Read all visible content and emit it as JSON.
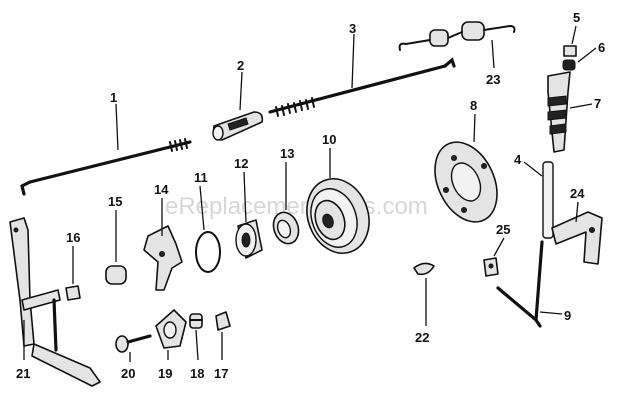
{
  "watermark": "eReplacementParts.com",
  "callouts": [
    {
      "id": "1",
      "text": "1"
    },
    {
      "id": "2",
      "text": "2"
    },
    {
      "id": "3",
      "text": "3"
    },
    {
      "id": "4",
      "text": "4"
    },
    {
      "id": "5",
      "text": "5"
    },
    {
      "id": "6",
      "text": "6"
    },
    {
      "id": "7",
      "text": "7"
    },
    {
      "id": "8",
      "text": "8"
    },
    {
      "id": "9",
      "text": "9"
    },
    {
      "id": "10",
      "text": "10"
    },
    {
      "id": "11",
      "text": "11"
    },
    {
      "id": "12",
      "text": "12"
    },
    {
      "id": "13",
      "text": "13"
    },
    {
      "id": "14",
      "text": "14"
    },
    {
      "id": "15",
      "text": "15"
    },
    {
      "id": "16",
      "text": "16"
    },
    {
      "id": "17",
      "text": "17"
    },
    {
      "id": "18",
      "text": "18"
    },
    {
      "id": "19",
      "text": "19"
    },
    {
      "id": "20",
      "text": "20"
    },
    {
      "id": "21",
      "text": "21"
    },
    {
      "id": "22",
      "text": "22"
    },
    {
      "id": "23",
      "text": "23"
    },
    {
      "id": "24",
      "text": "24"
    },
    {
      "id": "25",
      "text": "25"
    }
  ]
}
